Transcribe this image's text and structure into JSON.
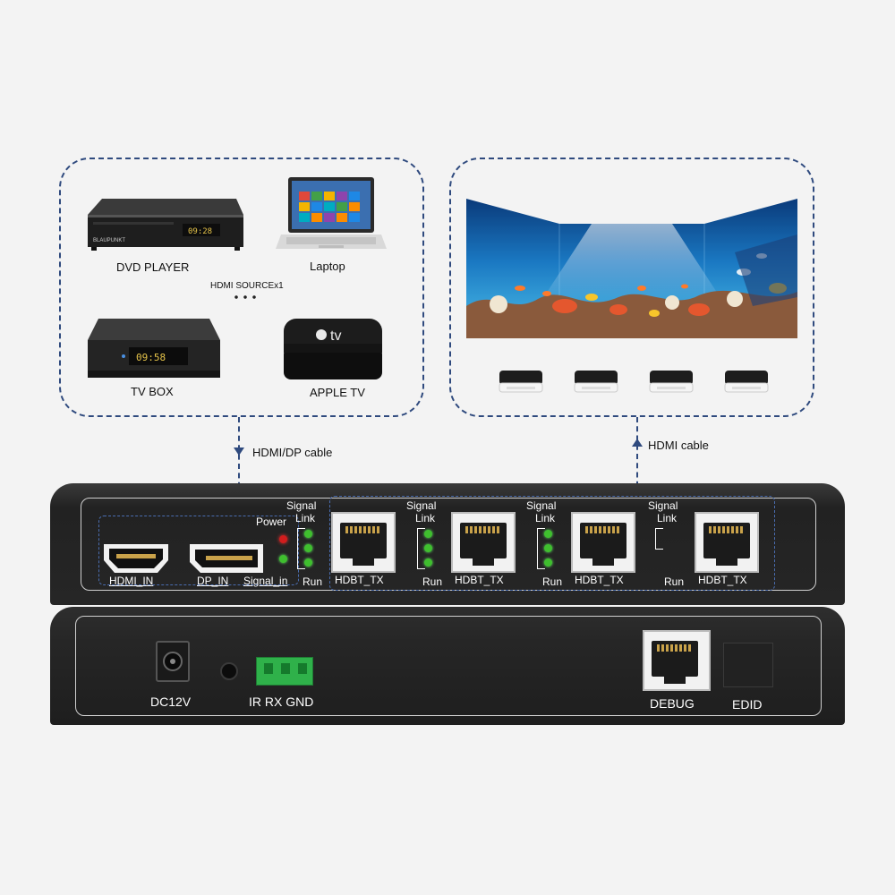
{
  "sources": {
    "dvd_label": "DVD PLAYER",
    "laptop_label": "Laptop",
    "source_count": "HDMI SOURCEx1",
    "tvbox_label": "TV BOX",
    "appletv_label": "APPLE TV",
    "dvd_display": "09:28",
    "dvd_brand": "BLAUPUNKT",
    "tvbox_display": "09:58",
    "appletv_mark": "tv"
  },
  "cables": {
    "input_cable": "HDMI/DP cable",
    "output_cable": "HDMI cable"
  },
  "front_panel": {
    "hdmi_in": "HDMI_IN",
    "dp_in": "DP_IN",
    "signal_in": "Signal_in",
    "power": "Power",
    "ports": [
      {
        "signal": "Signal",
        "link": "Link",
        "run": "Run",
        "label": "HDBT_TX"
      },
      {
        "signal": "Signal",
        "link": "Link",
        "run": "Run",
        "label": "HDBT_TX"
      },
      {
        "signal": "Signal",
        "link": "Link",
        "run": "Run",
        "label": "HDBT_TX"
      },
      {
        "signal": "Signal",
        "link": "Link",
        "run": "Run",
        "label": "HDBT_TX"
      }
    ]
  },
  "back_panel": {
    "dc": "DC12V",
    "ir": "IR RX GND",
    "debug": "DEBUG",
    "edid": "EDID"
  },
  "colors": {
    "dashed": "#2f4a7e",
    "device_body": "#2b2b2b",
    "led_green": "#3fbf2e",
    "led_red": "#d11d1d"
  }
}
